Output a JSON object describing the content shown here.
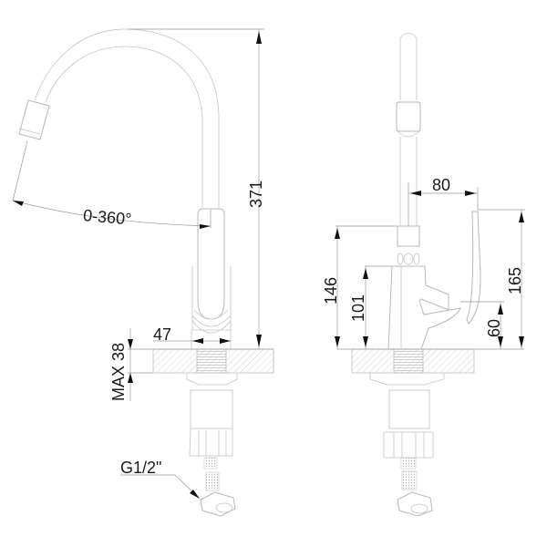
{
  "drawing": {
    "title": "Kitchen faucet dimensional drawing",
    "views": [
      "side-view",
      "front-view"
    ],
    "line_color": "#b8b8b8",
    "arrow_color": "#111111",
    "text_color": "#1a1a1a"
  },
  "side_view": {
    "rotation_label": "0-360°",
    "total_height": "371",
    "base_width": "47",
    "max_counter_thickness": "MAX 38",
    "connection_thread": "G1/2\""
  },
  "front_view": {
    "handle_reach": "80",
    "body_height": "146",
    "spout_base_height": "101",
    "handle_height": "165",
    "handle_low_height": "60"
  }
}
